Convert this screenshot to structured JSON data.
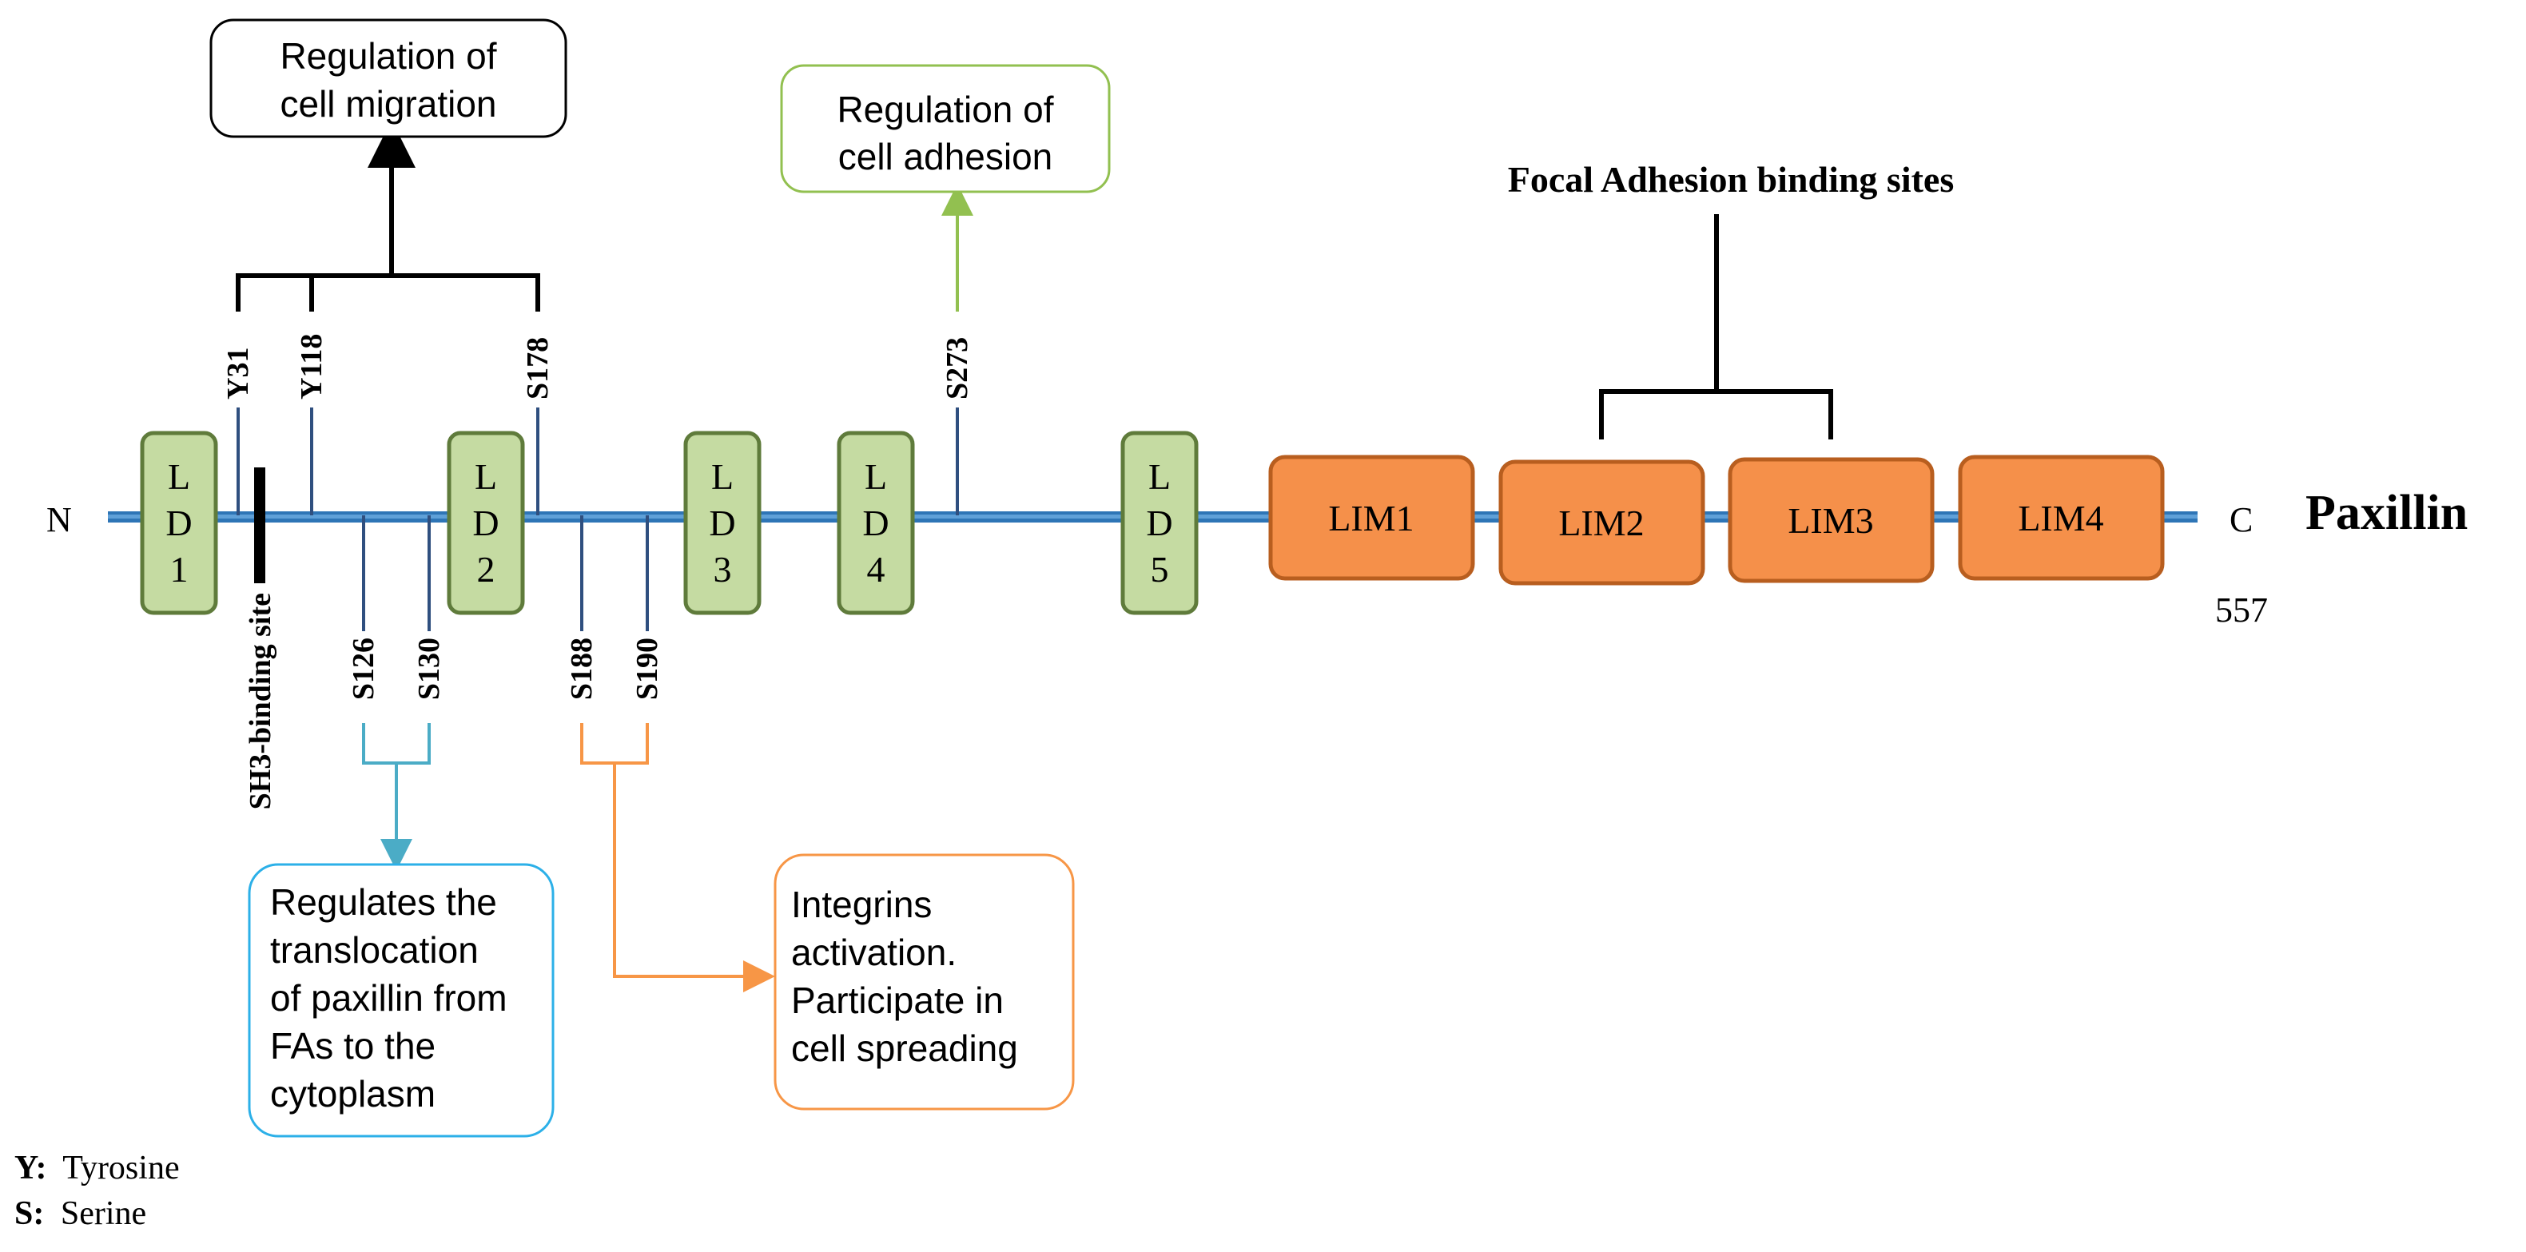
{
  "protein": {
    "name": "Paxillin",
    "n_label": "N",
    "c_label": "C",
    "length_label": "557"
  },
  "ld_motifs": [
    {
      "letters": [
        "L",
        "D",
        "1"
      ]
    },
    {
      "letters": [
        "L",
        "D",
        "2"
      ]
    },
    {
      "letters": [
        "L",
        "D",
        "3"
      ]
    },
    {
      "letters": [
        "L",
        "D",
        "4"
      ]
    },
    {
      "letters": [
        "L",
        "D",
        "5"
      ]
    }
  ],
  "lim_domains": [
    {
      "label": "LIM1"
    },
    {
      "label": "LIM2"
    },
    {
      "label": "LIM3"
    },
    {
      "label": "LIM4"
    }
  ],
  "sites": {
    "Y31": "Y31",
    "Y118": "Y118",
    "S178": "S178",
    "S273": "S273",
    "S126": "S126",
    "S130": "S130",
    "S188": "S188",
    "S190": "S190",
    "sh3": "SH3-binding site"
  },
  "boxes": {
    "migration": [
      "Regulation of",
      "cell migration"
    ],
    "adhesion": [
      "Regulation of",
      "cell adhesion"
    ],
    "translocation": [
      "Regulates the",
      "translocation",
      "of paxillin from",
      "FAs to the",
      "cytoplasm"
    ],
    "integrins": [
      "Integrins",
      "activation.",
      "Participate in",
      "cell spreading"
    ]
  },
  "focal_adhesion_title": "Focal Adhesion binding sites",
  "legend": [
    {
      "key": "Y:",
      "value": "Tyrosine"
    },
    {
      "key": "S:",
      "value": "Serine"
    }
  ],
  "colors": {
    "backbone": "#2e75b6",
    "ld_fill": "#c5dba2",
    "ld_stroke": "#5f7b3b",
    "lim_fill": "#f5904a",
    "lim_stroke": "#b85e1f",
    "site_line": "#2f4f7f",
    "blue_box": "#2cb0e8",
    "blue_connector": "#4bacc6",
    "orange_box": "#f79646",
    "green_box": "#92c050"
  }
}
